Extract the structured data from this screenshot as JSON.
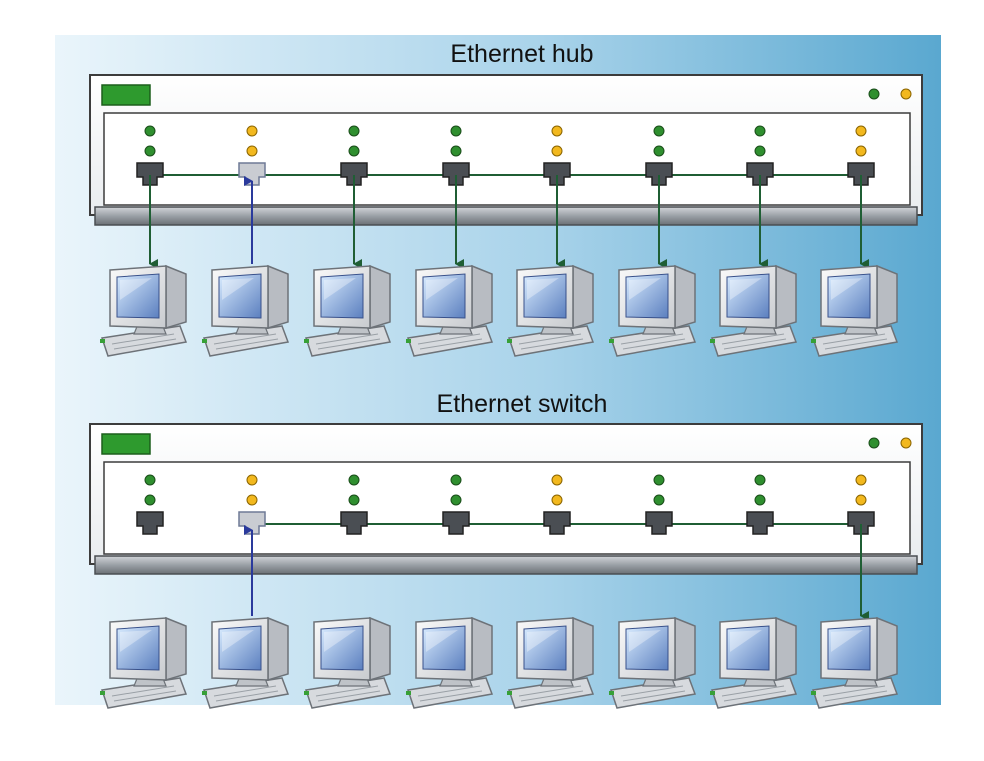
{
  "hub": {
    "title": "Ethernet hub",
    "port_led_colors": [
      "green",
      "amber",
      "green",
      "green",
      "amber",
      "green",
      "green",
      "amber"
    ],
    "active_port_index": 1,
    "receiving_ports": [
      0,
      2,
      3,
      4,
      5,
      6,
      7
    ]
  },
  "switch": {
    "title": "Ethernet switch",
    "port_led_colors": [
      "green",
      "amber",
      "green",
      "green",
      "amber",
      "green",
      "green",
      "amber"
    ],
    "active_port_index": 1,
    "receiving_ports": [
      7
    ]
  },
  "colors": {
    "background_light": "#eaf5fb",
    "background_dark": "#5aa8d0",
    "led_green": "#2f8f2f",
    "led_amber": "#f2b81e",
    "status_block": "#2e9a2e",
    "path_line": "#1f5e34",
    "source_line": "#2a3a9c"
  }
}
